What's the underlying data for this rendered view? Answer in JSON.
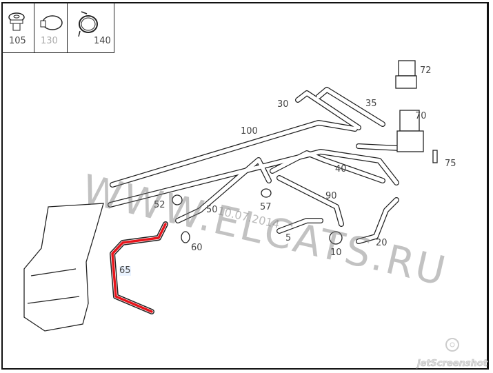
{
  "legend": [
    {
      "label": "105",
      "icon": "grommet-icon"
    },
    {
      "label": "130",
      "icon": "hose-clamp-icon",
      "dimmed": true
    },
    {
      "label": "140",
      "icon": "spring-clamp-icon"
    }
  ],
  "callouts": {
    "p72": "72",
    "p30": "30",
    "p35": "35",
    "p70": "70",
    "p100": "100",
    "p75": "75",
    "p40": "40",
    "p90": "90",
    "p52": "52",
    "p50": "50",
    "p57": "57",
    "p5": "5",
    "p20": "20",
    "p60": "60",
    "p10": "10",
    "p65": "65"
  },
  "highlight": {
    "part": "65",
    "color": "#e8141b"
  },
  "watermark": {
    "text": "WWW.ELCATS.RU",
    "date": "10.07.2014"
  },
  "logo": {
    "text": "jetScreenshot"
  }
}
